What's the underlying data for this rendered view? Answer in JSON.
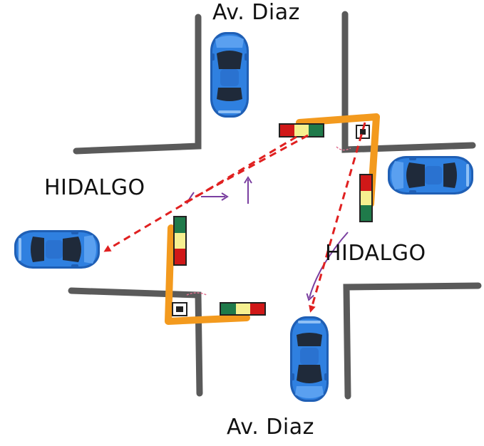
{
  "labels": {
    "street_top": "Av. Diaz",
    "street_bottom": "Av. Diaz",
    "street_left": "HIDALGO",
    "street_right": "HIDALGO"
  },
  "colors": {
    "background": "#ffffff",
    "curb": "#5a5a5a",
    "car_body": "#2f80e0",
    "car_glass": "#1f2a3a",
    "light_frame": "#f39a1e",
    "light_red": "#d01818",
    "light_yellow": "#f6f090",
    "light_green": "#1f7a4a",
    "path_arrow": "#e02020",
    "turn_arrow": "#7a3fa0"
  },
  "icons": [
    "car-icon",
    "traffic-light-icon",
    "turn-arrow-icon",
    "path-arrow-icon"
  ]
}
